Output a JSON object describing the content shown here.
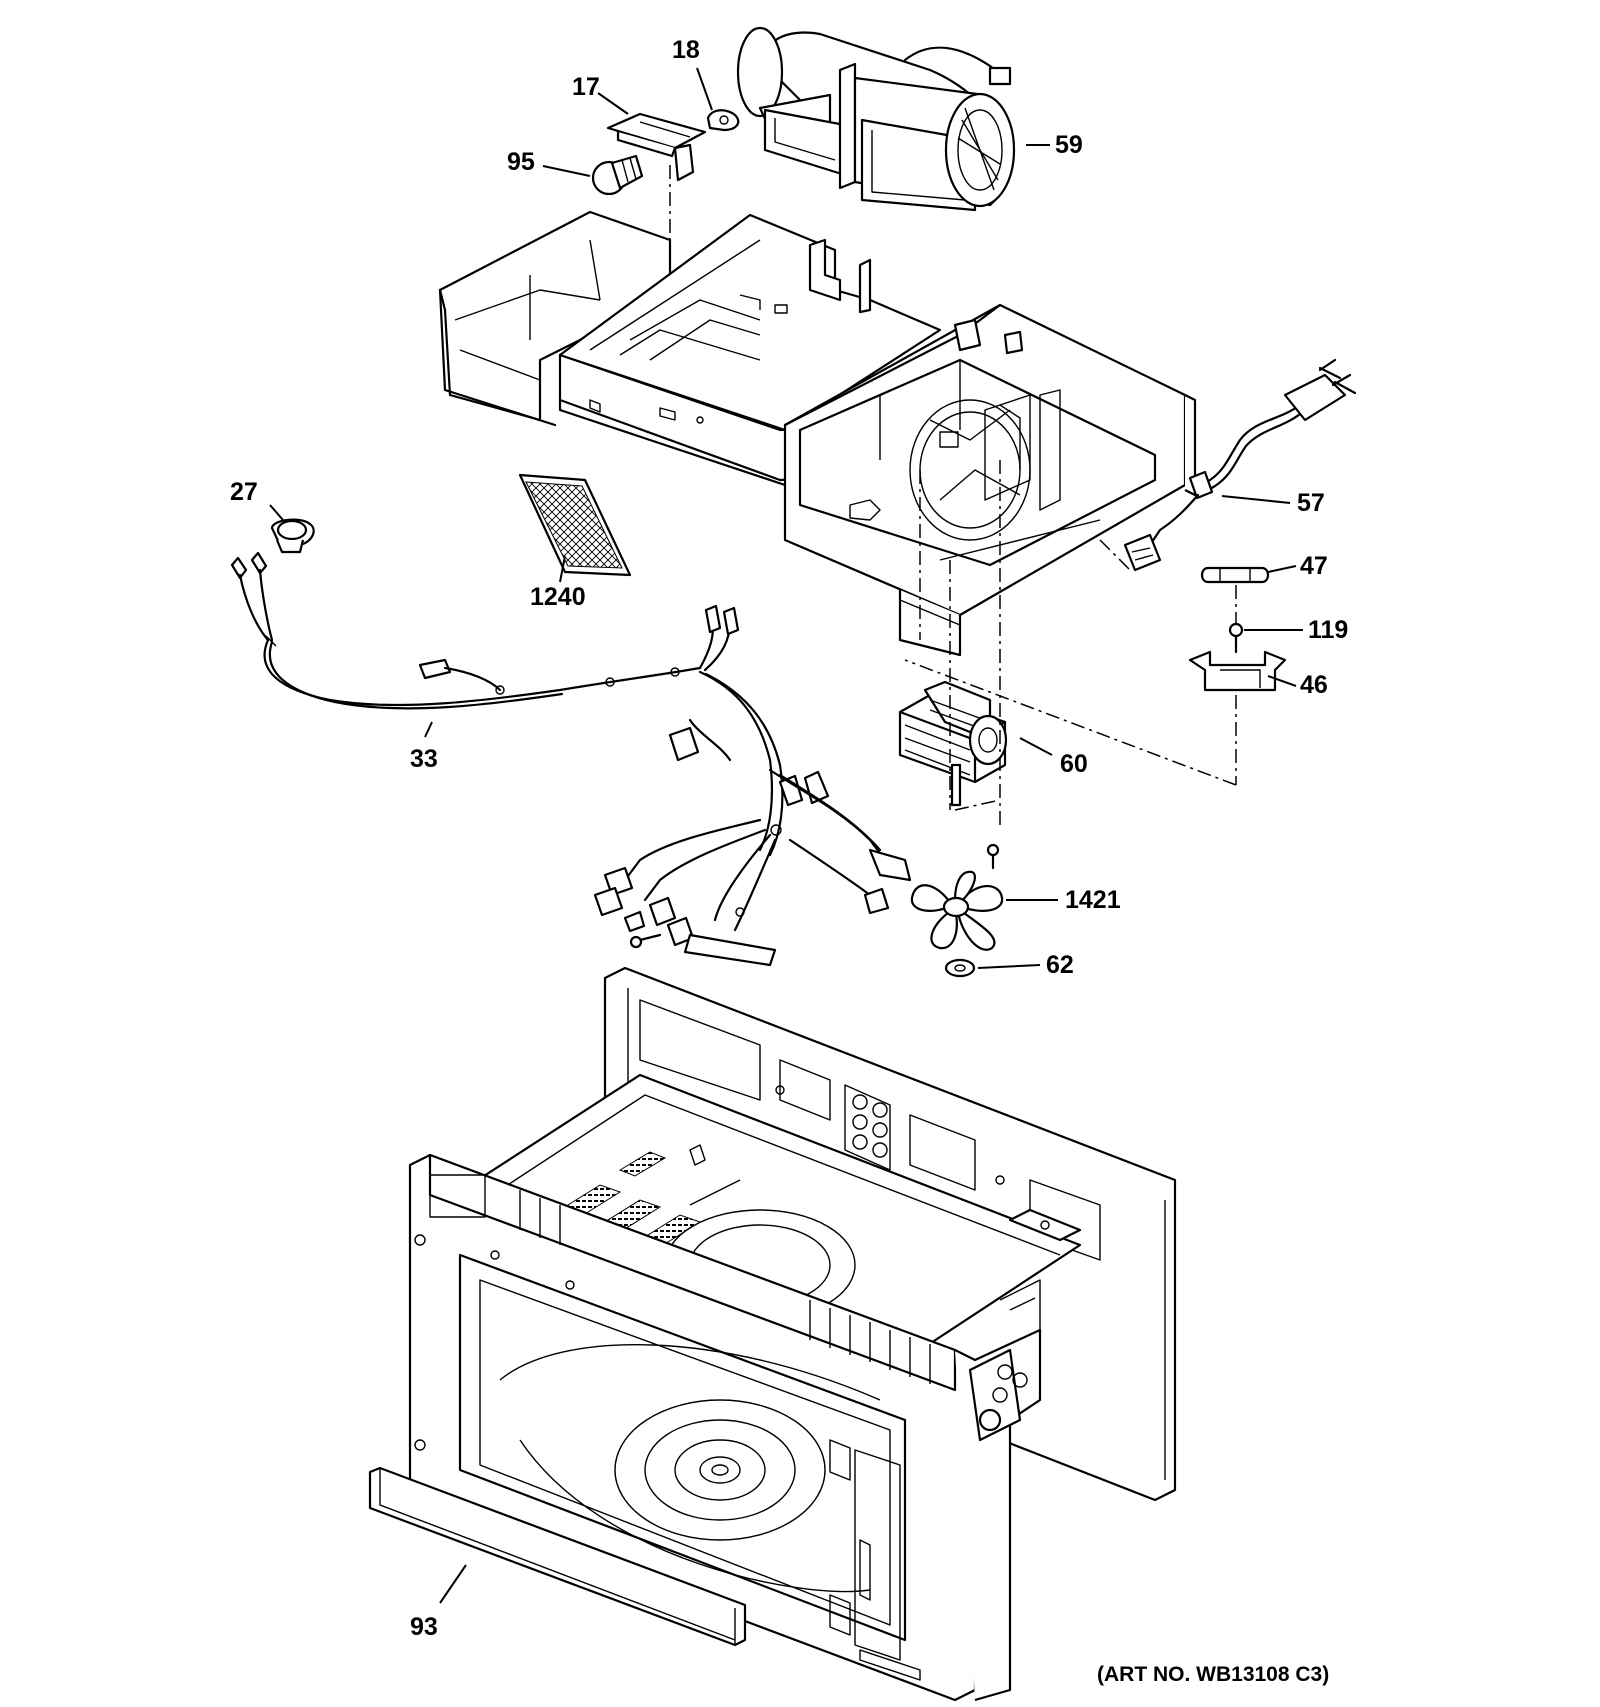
{
  "callouts": {
    "c17": "17",
    "c18": "18",
    "c95": "95",
    "c59": "59",
    "c27": "27",
    "c1240": "1240",
    "c57": "57",
    "c47": "47",
    "c119": "119",
    "c46": "46",
    "c33": "33",
    "c60": "60",
    "c1421": "1421",
    "c62": "62",
    "c93": "93"
  },
  "art_number": "(ART NO. WB13108 C3)"
}
